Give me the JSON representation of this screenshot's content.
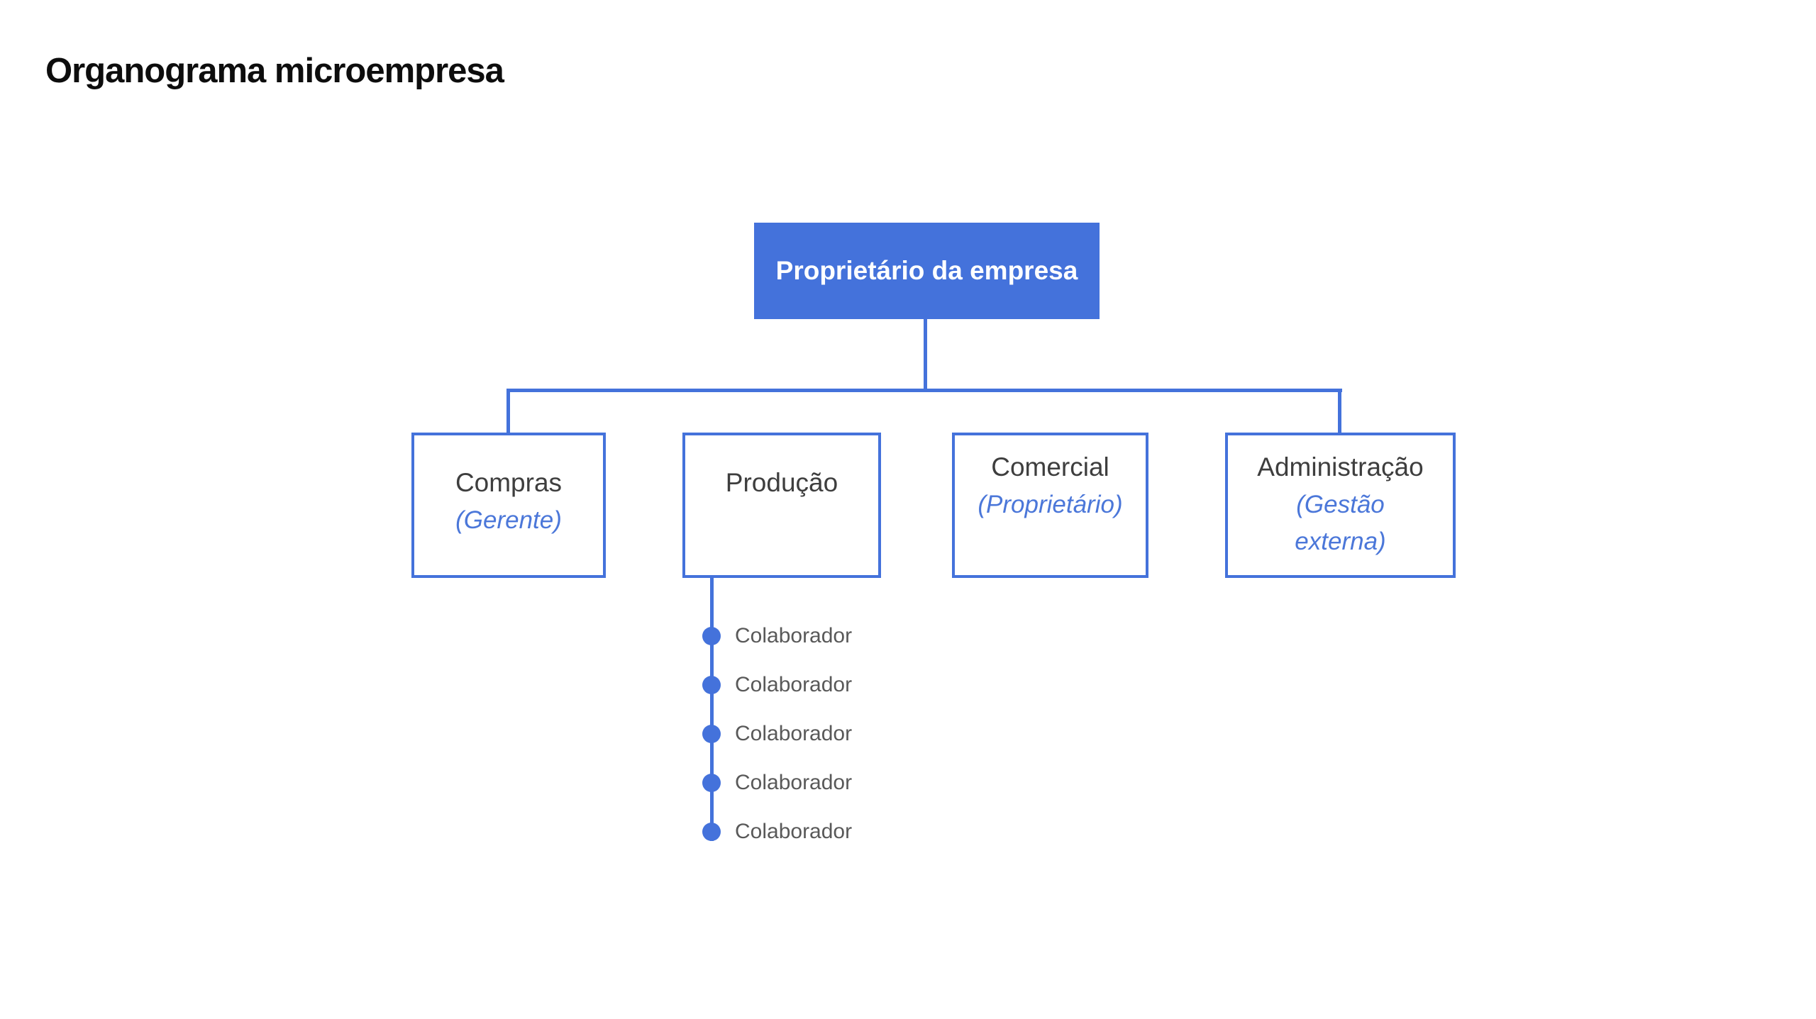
{
  "page": {
    "title": "Organograma microempresa",
    "background_color": "#ffffff"
  },
  "colors": {
    "primary_blue": "#4472DB",
    "role_italic_blue": "#4B77D9",
    "node_text_gray": "#3E3E3E",
    "collaborator_gray": "#595959",
    "root_text": "#FFFFFF",
    "title_text": "#0D0D0D"
  },
  "org_chart": {
    "root": {
      "label": "Proprietário da empresa"
    },
    "departments": [
      {
        "label": "Compras",
        "role": "(Gerente)"
      },
      {
        "label": "Produção",
        "role": ""
      },
      {
        "label": "Comercial",
        "role": "(Proprietário)"
      },
      {
        "label": "Administração",
        "role": "(Gestão\nexterna)"
      }
    ],
    "producao_team": [
      "Colaborador",
      "Colaborador",
      "Colaborador",
      "Colaborador",
      "Colaborador"
    ]
  }
}
